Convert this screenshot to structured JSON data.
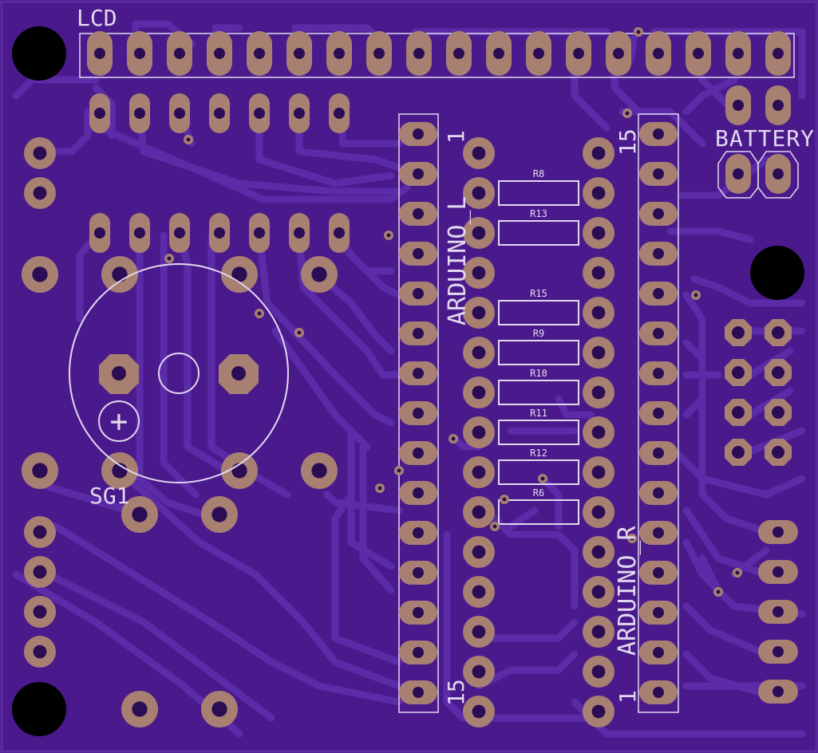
{
  "board": {
    "colors": {
      "background": "#000000",
      "board": "#4a1a8c",
      "board_edge": "#5a2aa0",
      "trace": "#5b2ba8",
      "pad": "#a88072",
      "pad_hole": "#2c0d55",
      "silkscreen": "#e2d8ef",
      "mounting_hole": "#000000"
    }
  },
  "labels": {
    "lcd": "LCD",
    "battery": "BATTERY",
    "arduino_l": "ARDUINO_L",
    "arduino_r": "ARDUINO_R",
    "l_pin_first": "1",
    "l_pin_last": "15",
    "r_pin_first": "1",
    "r_pin_last": "15",
    "buzzer": "SG1",
    "buzzer_polarity": "+"
  },
  "resistors": [
    "R8",
    "R13",
    "R15",
    "R9",
    "R10",
    "R11",
    "R12",
    "R6"
  ]
}
